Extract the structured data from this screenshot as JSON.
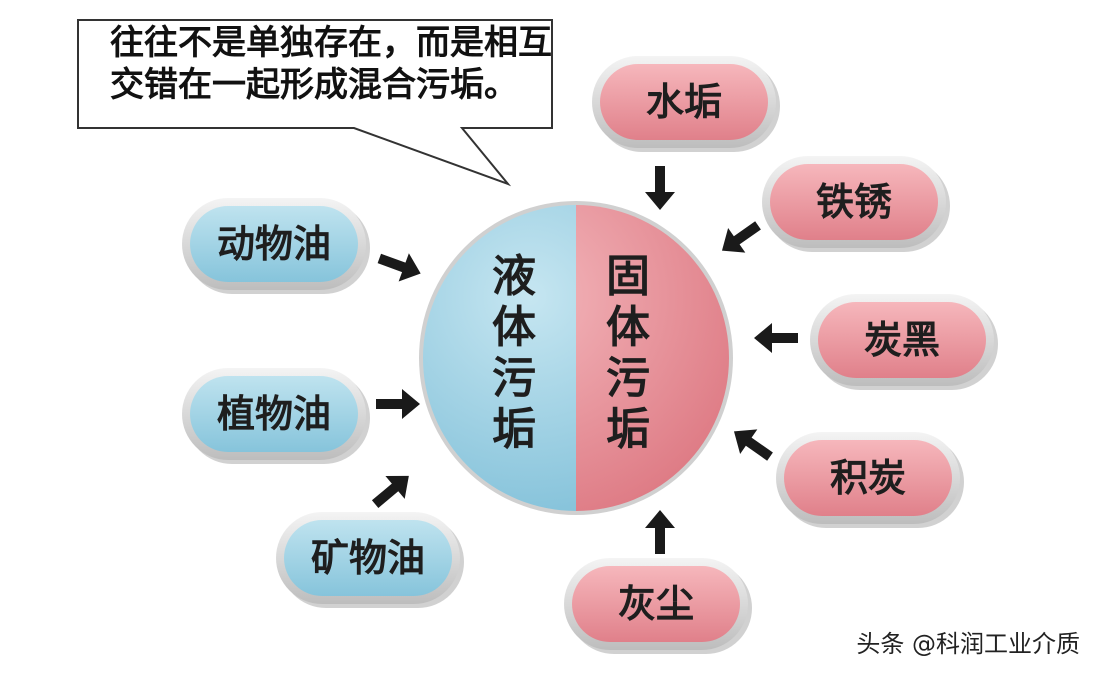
{
  "callout": {
    "line1": "往往不是单独存在，而是相互",
    "line2": "交错在一起形成混合污垢。"
  },
  "center": {
    "liquid": [
      "液",
      "体",
      "污",
      "垢"
    ],
    "solid": [
      "固",
      "体",
      "污",
      "垢"
    ]
  },
  "liquid_sources": [
    {
      "label": "动物油"
    },
    {
      "label": "植物油"
    },
    {
      "label": "矿物油"
    }
  ],
  "solid_sources": [
    {
      "label": "水垢"
    },
    {
      "label": "铁锈"
    },
    {
      "label": "炭黑"
    },
    {
      "label": "积炭"
    },
    {
      "label": "灰尘"
    }
  ],
  "watermark": "头条 @科润工业介质",
  "colors": {
    "liquid": "#8fcbe0",
    "solid": "#e58a93",
    "pill_border": "#d8d8d8",
    "arrow": "#1a1a1a"
  }
}
